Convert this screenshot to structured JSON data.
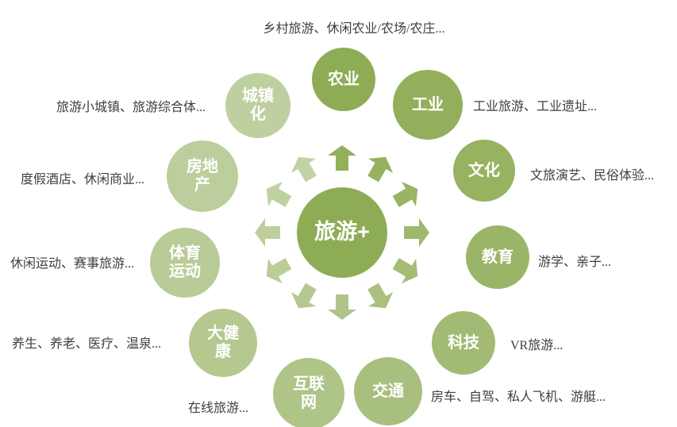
{
  "diagram": {
    "title_meaning": "旅游+ industry fusion diagram",
    "background_color": "#FFFFFF",
    "desc_text_color": "#3E3E3E",
    "label_text_color": "#FFFFFF",
    "center": {
      "label": "旅游+",
      "color": "#8EAC55"
    },
    "arrow_colors": [
      "#93B05C",
      "#96B260",
      "#9AB466",
      "#9FB86D",
      "#A5BB76",
      "#ABC080",
      "#B0C489",
      "#B6C891",
      "#BACC98",
      "#BECF9D",
      "#C0D1A1",
      "#C1D2A4"
    ],
    "nodes": [
      {
        "id": "agriculture",
        "label": "农业",
        "desc": "乡村旅游、休闲农业/农场/农庄...",
        "color": "#8EAC55"
      },
      {
        "id": "industry",
        "label": "工业",
        "desc": "工业旅游、工业遗址...",
        "color": "#93AF5B"
      },
      {
        "id": "culture",
        "label": "文化",
        "desc": "文旅演艺、民俗体验...",
        "color": "#97B261"
      },
      {
        "id": "education",
        "label": "教育",
        "desc": "游学、亲子...",
        "color": "#9BB568"
      },
      {
        "id": "technology",
        "label": "科技",
        "desc": "VR旅游...",
        "color": "#A3BA74"
      },
      {
        "id": "transportation",
        "label": "交通",
        "desc": "房车、自驾、私人飞机、游艇...",
        "color": "#A9BF7E"
      },
      {
        "id": "internet",
        "label": "互联\n网",
        "desc": "在线旅游...",
        "color": "#AFC487"
      },
      {
        "id": "health",
        "label": "大健\n康",
        "desc": "养生、养老、医疗、温泉...",
        "color": "#B5C88F"
      },
      {
        "id": "sports",
        "label": "体育\n运动",
        "desc": "休闲运动、赛事旅游...",
        "color": "#B9CB96"
      },
      {
        "id": "realestate",
        "label": "房地\n产",
        "desc": "度假酒店、休闲商业...",
        "color": "#BCCE9B"
      },
      {
        "id": "urbanization",
        "label": "城镇\n化",
        "desc": "旅游小城镇、旅游综合体...",
        "color": "#BFD0A0"
      }
    ]
  }
}
